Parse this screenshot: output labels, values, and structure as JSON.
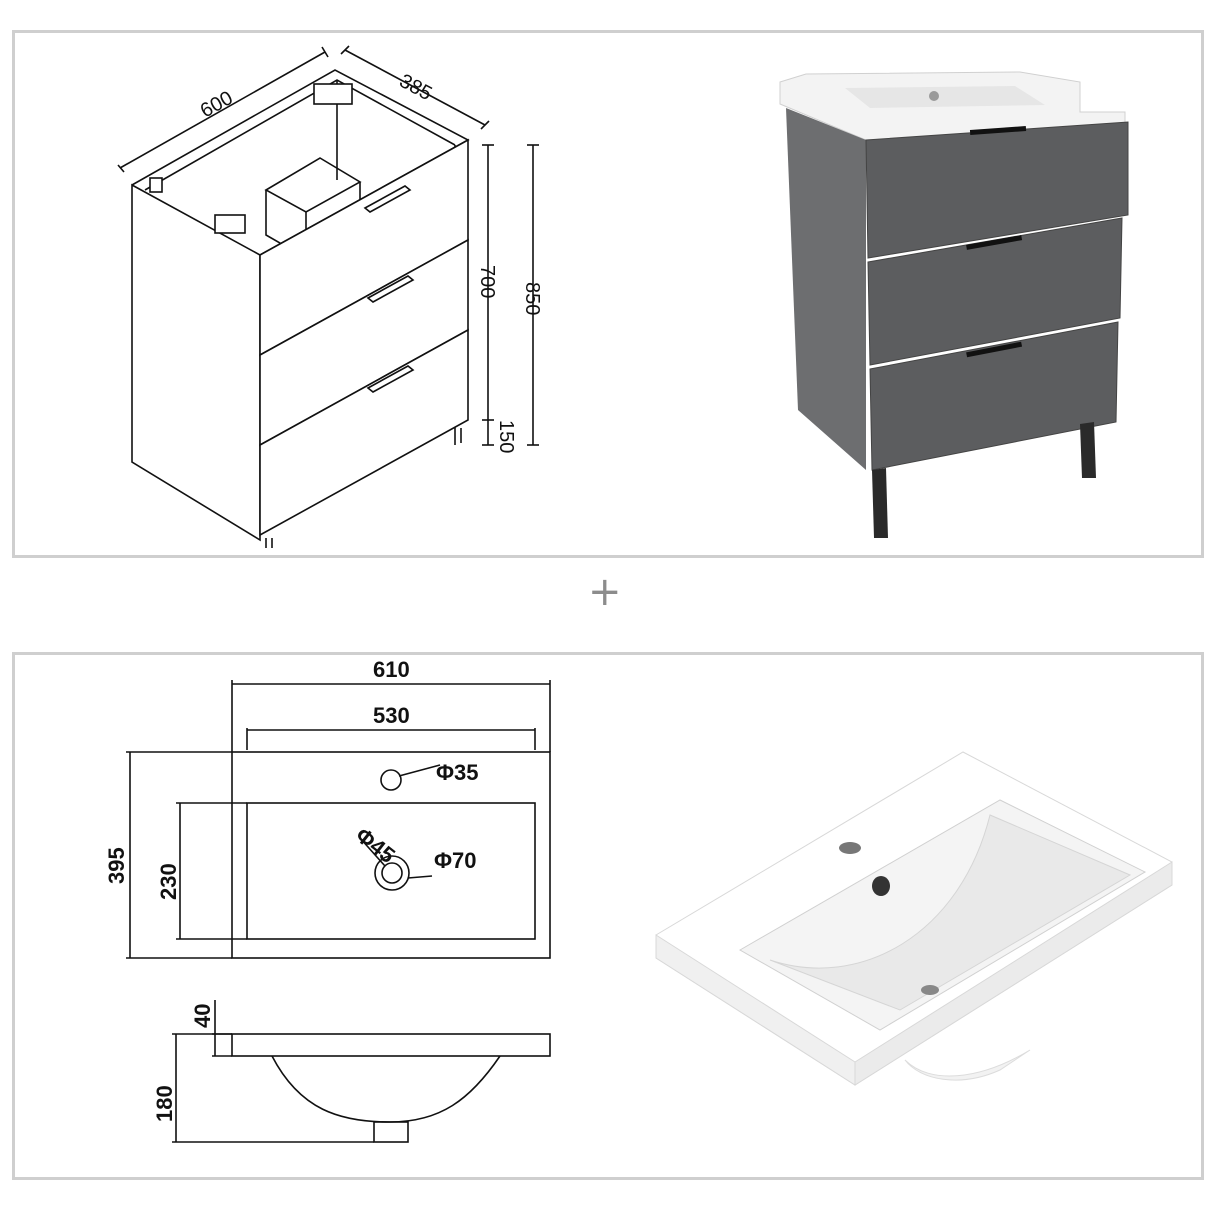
{
  "cabinet_drawing": {
    "width": "600",
    "depth": "385",
    "body_height": "700",
    "total_height": "850",
    "leg_height": "150"
  },
  "combine_symbol": "+",
  "basin_drawing": {
    "outer_width": "610",
    "inner_width": "530",
    "depth": "395",
    "bowl_depth": "230",
    "tap_hole": "Φ35",
    "drain": "Φ45",
    "drain_outer": "Φ70",
    "rim_height": "40",
    "bowl_height": "180"
  },
  "colors": {
    "panel_border": "#cfcfcf",
    "cabinet_grey": "#5f6061",
    "basin_white": "#ffffff",
    "line": "#111111"
  }
}
